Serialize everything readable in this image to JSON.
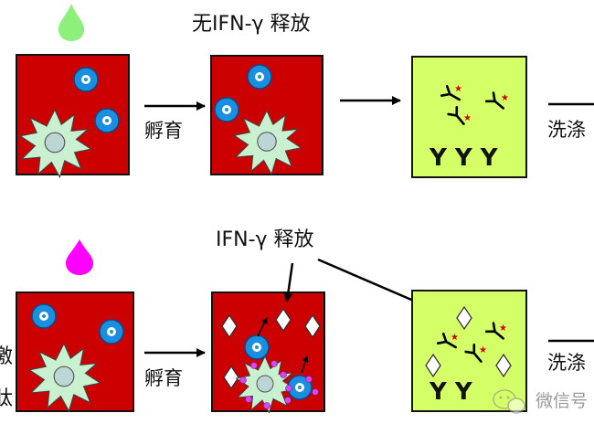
{
  "top_row": {
    "label_release": "无IFN-γ 释放",
    "label_incubate": "孵育",
    "label_wash": "洗涤",
    "drop_color": "#8df07a",
    "antibodies_y": "Y Y Y"
  },
  "bottom_row": {
    "label_release": "IFN-γ 释放",
    "label_incubate": "孵育",
    "label_wash": "洗涤",
    "left_edge_text_1": "激",
    "left_edge_text_2": "肽",
    "drop_color": "#ff00ff",
    "antibodies_y": "Y Y"
  },
  "colors": {
    "well_red": "#cc0000",
    "well_green": "#d4ff66",
    "cell_blue": "#1a8fe0",
    "apc_fill": "#c9f0cf",
    "cytokine_dot": "#d946ef"
  },
  "watermark": {
    "text": "微信号",
    "icon": "wechat-icon"
  }
}
